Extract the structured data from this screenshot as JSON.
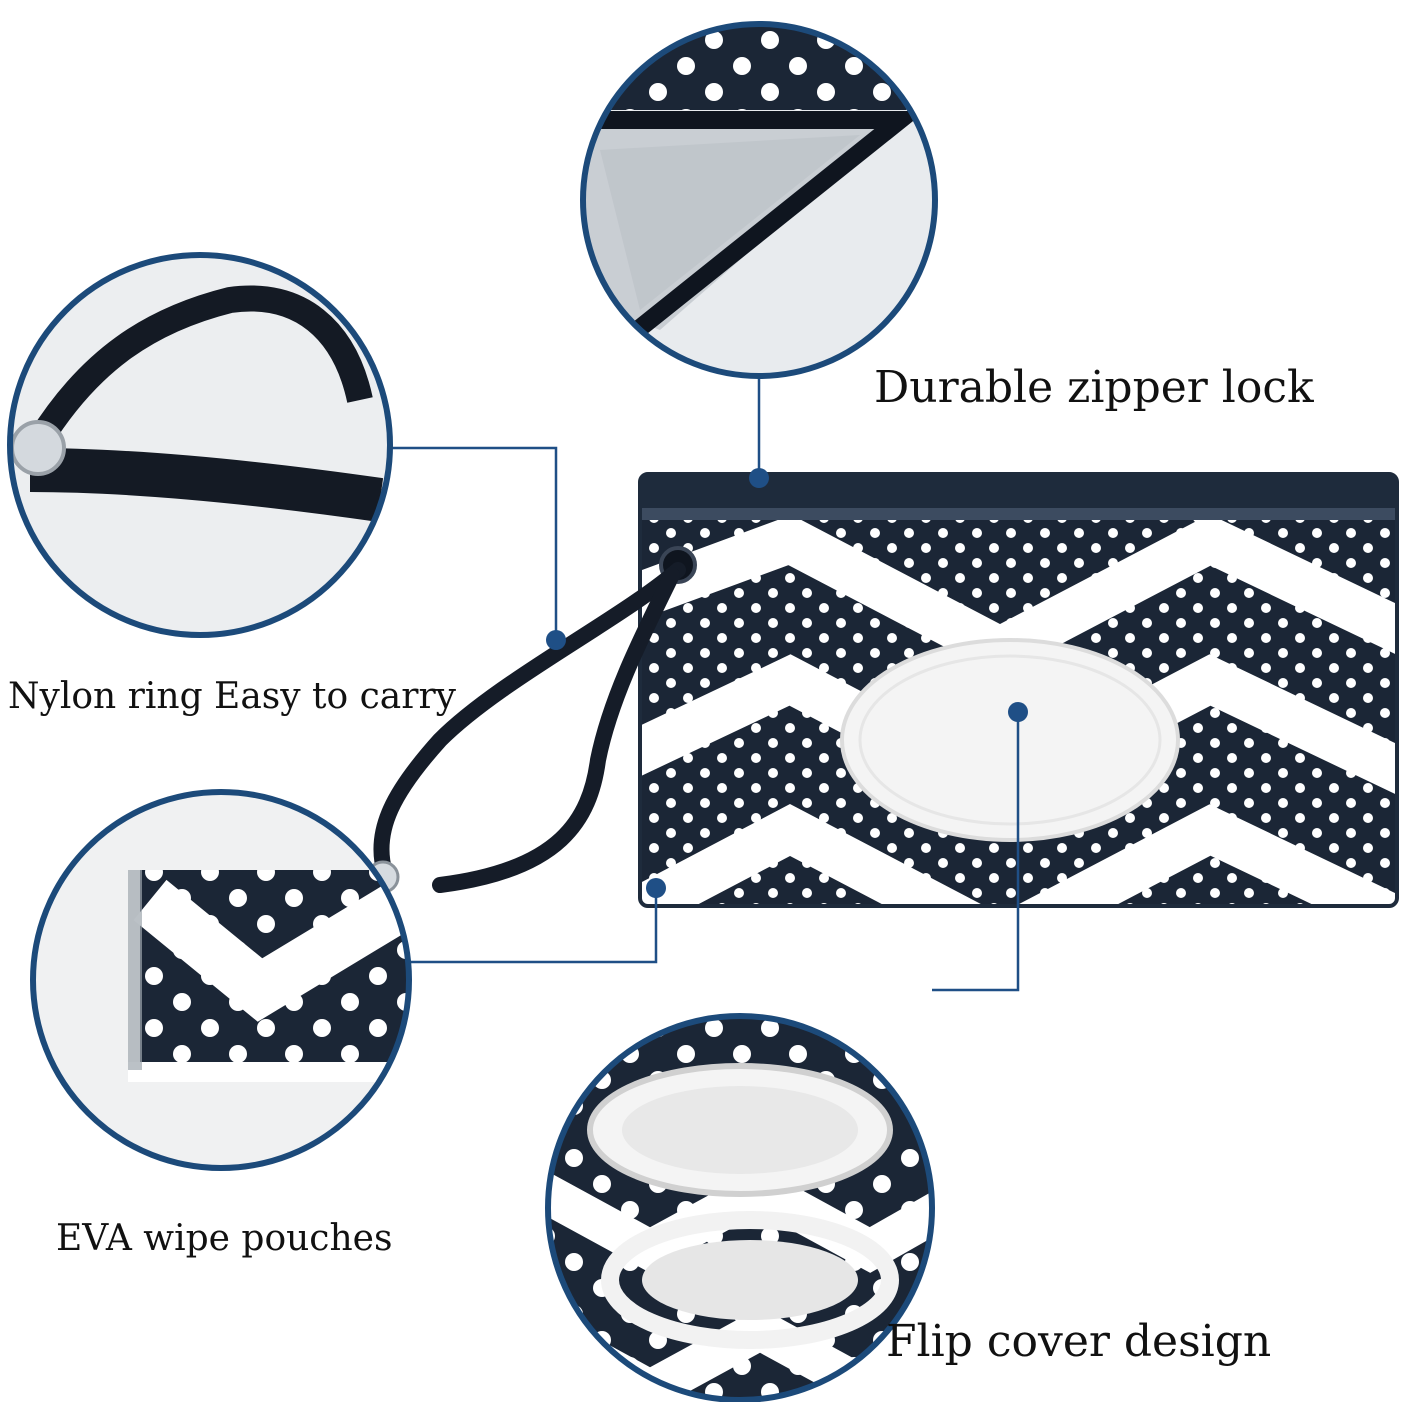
{
  "colors": {
    "ring": "#1c4a7a",
    "leader": "#1f4f86",
    "pouch": "#1b2636",
    "chevron": "#ffffff",
    "dot": "#ffffff",
    "lid": "#f4f4f4",
    "background": "#ffffff"
  },
  "features": [
    {
      "id": "zipper",
      "label": "Durable zipper lock"
    },
    {
      "id": "strap",
      "label": "Nylon ring Easy to carry"
    },
    {
      "id": "material",
      "label": "EVA wipe pouches"
    },
    {
      "id": "lid",
      "label": "Flip cover design"
    }
  ],
  "icons": [
    "strap-button-icon",
    "lid-icon"
  ]
}
